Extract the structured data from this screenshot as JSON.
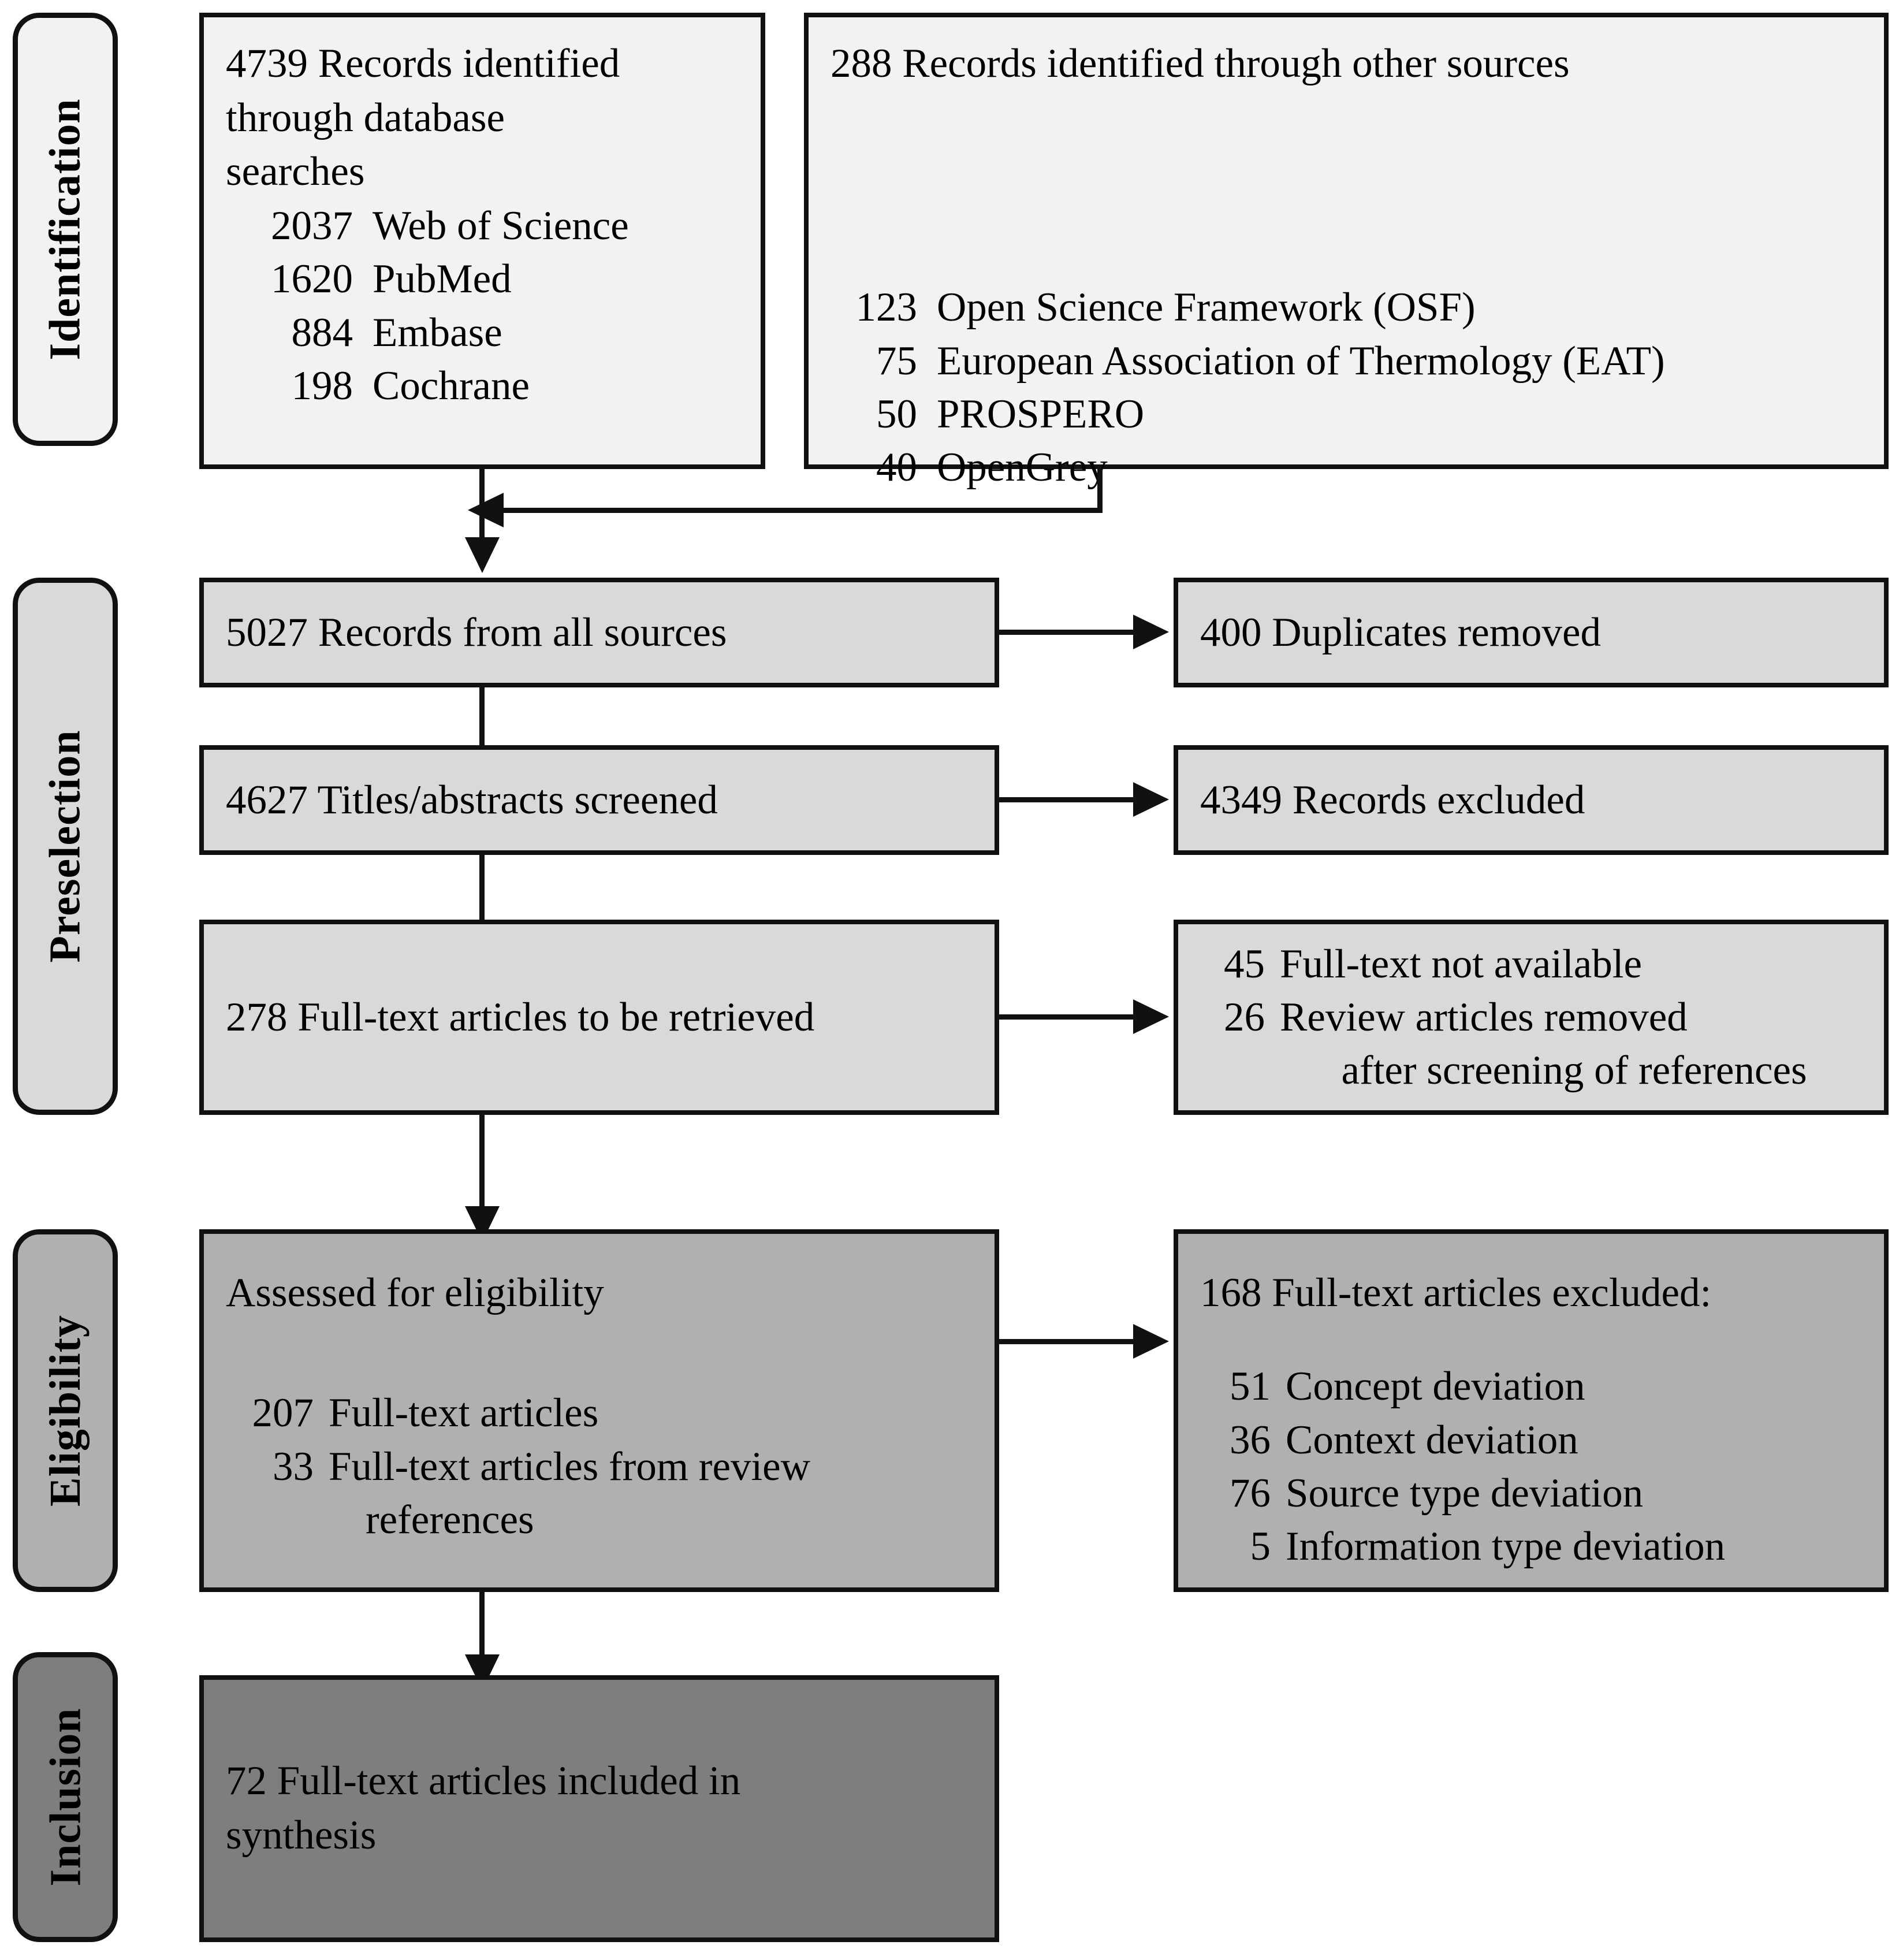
{
  "diagram": {
    "type": "prisma-flow-diagram",
    "title": "PRISMA flow diagram",
    "colors": {
      "identification_fill": "#f2f2f2",
      "preselection_fill": "#d9d9d9",
      "eligibility_fill": "#b0b0b0",
      "inclusion_fill": "#7e7e7e",
      "stroke": "#111111",
      "background": "#ffffff"
    }
  },
  "stages": [
    {
      "id": "identification",
      "label": "Identification"
    },
    {
      "id": "preselection",
      "label": "Preselection"
    },
    {
      "id": "eligibility",
      "label": "Eligibility"
    },
    {
      "id": "inclusion",
      "label": "Inclusion"
    }
  ],
  "boxes": {
    "database_searches": {
      "headline": "4739 Records identified\n        through database\n        searches",
      "sources": [
        {
          "count": "2037",
          "name": "Web of Science"
        },
        {
          "count": "1620",
          "name": "PubMed"
        },
        {
          "count": "884",
          "name": "Embase"
        },
        {
          "count": "198",
          "name": "Cochrane"
        }
      ]
    },
    "other_sources": {
      "headline": "288 Records identified through other sources",
      "sources": [
        {
          "count": "123",
          "name": "Open Science Framework (OSF)"
        },
        {
          "count": "75",
          "name": "European Association of Thermology (EAT)"
        },
        {
          "count": "50",
          "name": "PROSPERO"
        },
        {
          "count": "40",
          "name": "OpenGrey"
        }
      ]
    },
    "all_records": {
      "text": "5027 Records from all sources"
    },
    "duplicates": {
      "text": "400 Duplicates removed"
    },
    "titles_screened": {
      "text": "4627 Titles/abstracts screened"
    },
    "records_excluded": {
      "text": "4349 Records excluded"
    },
    "fulltext_retrieve": {
      "text": "278 Full-text articles to be retrieved"
    },
    "fulltext_excluded_pre": {
      "lines": [
        {
          "count": "45",
          "name": "Full-text not available"
        },
        {
          "count": "26",
          "name": "Review articles removed"
        },
        {
          "count": "",
          "name": "      after screening of references"
        }
      ]
    },
    "assessed": {
      "headline": "Assessed for eligibility",
      "lines": [
        {
          "count": "207",
          "name": "Full-text articles"
        },
        {
          "count": "33",
          "name": "Full-text articles from review"
        },
        {
          "count": "",
          "name": "references"
        }
      ]
    },
    "fulltext_excluded_elig": {
      "headline": "168 Full-text articles excluded:",
      "reasons": [
        {
          "count": "51",
          "name": "Concept deviation"
        },
        {
          "count": "36",
          "name": "Context deviation"
        },
        {
          "count": "76",
          "name": "Source type deviation"
        },
        {
          "count": "5",
          "name": "Information type deviation"
        }
      ]
    },
    "included": {
      "text": "72 Full-text articles included in\n      synthesis"
    }
  }
}
